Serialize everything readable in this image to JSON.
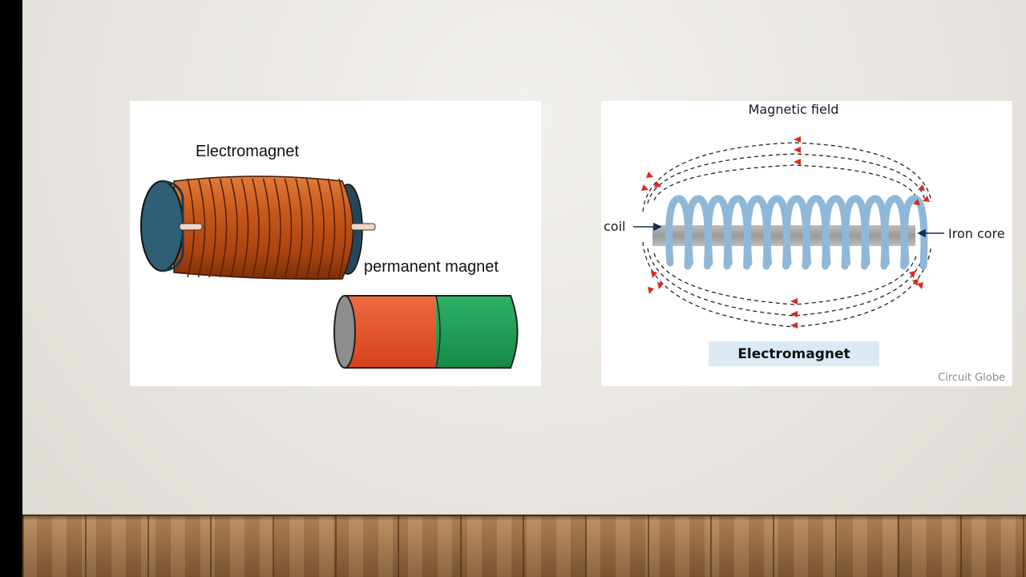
{
  "left_figure": {
    "electromagnet_label": "Electromagnet",
    "permanent_magnet_label": "permanent magnet"
  },
  "right_figure": {
    "magnetic_field_label": "Magnetic field",
    "coil_label": "coil",
    "iron_core_label": "Iron core",
    "caption": "Electromagnet",
    "credit": "Circuit Globe"
  },
  "colors": {
    "copper": "#c8591a",
    "core_end": "#2f5f74",
    "magnet_red": "#e2502a",
    "magnet_green": "#1e9a55",
    "coil_blue": "#8fb8d8",
    "field_arrow": "#e0271d",
    "caption_bg": "#dde8f5"
  }
}
